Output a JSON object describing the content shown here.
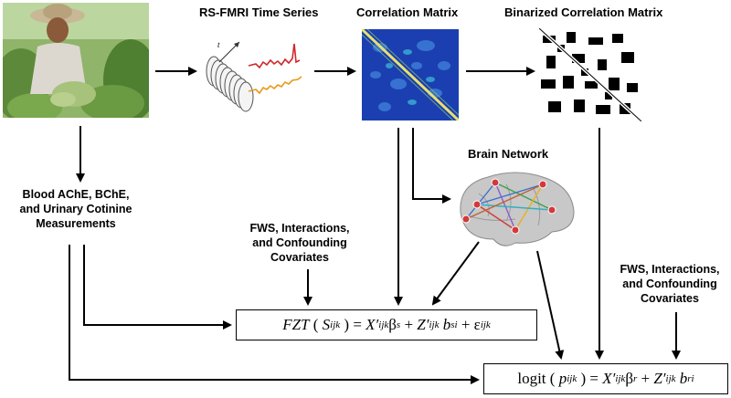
{
  "titles": {
    "time_series": "RS-FMRI Time Series",
    "correlation_matrix": "Correlation Matrix",
    "binarized_matrix": "Binarized Correlation Matrix",
    "brain_network": "Brain Network"
  },
  "labels": {
    "measurements_line1": "Blood AChE, BChE,",
    "measurements_line2": "and Urinary Cotinine",
    "measurements_line3": "Measurements",
    "covariates_left_line1": "FWS, Interactions,",
    "covariates_left_line2": "and Confounding",
    "covariates_left_line3": "Covariates",
    "covariates_right_line1": "FWS, Interactions,",
    "covariates_right_line2": "and Confounding",
    "covariates_right_line3": "Covariates"
  },
  "equations": {
    "fzt": {
      "lhs_fn": "FZT",
      "lhs_var": "S",
      "lhs_sub": "ijk",
      "t1_var": "X′",
      "t1_sub": "ijk",
      "t1_coef": "β",
      "t1_coef_sub": "s",
      "t2_var": "Z′",
      "t2_sub": "ijk",
      "t2_coef": "b",
      "t2_coef_sub": "si",
      "err": "ε",
      "err_sub": "ijk"
    },
    "logit": {
      "lhs_fn": "logit",
      "lhs_var": "p",
      "lhs_sub": "ijk",
      "t1_var": "X′",
      "t1_sub": "ijk",
      "t1_coef": "β",
      "t1_coef_sub": "r",
      "t2_var": "Z′",
      "t2_sub": "ijk",
      "t2_coef": "b",
      "t2_coef_sub": "ri"
    }
  },
  "colors": {
    "matrix_bg": "#1b3fb0",
    "matrix_diag": "#e8e070",
    "series_red": "#d0282a",
    "series_orange": "#e89a1a",
    "node_red": "#d23a3a"
  },
  "images": {
    "photo": "farm-worker-photo",
    "time_series": "fmri-slice-stack-icon",
    "brain": "brain-icon"
  }
}
